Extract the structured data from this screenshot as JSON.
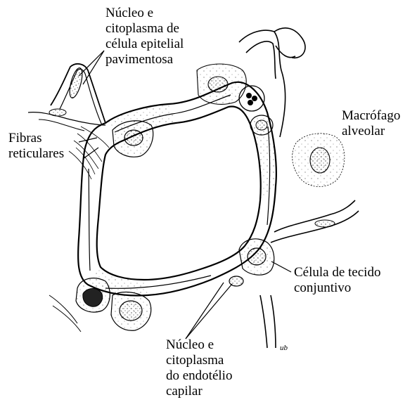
{
  "labels": {
    "epithelial": [
      "Núcleo e",
      "citoplasma de",
      "célula epitelial",
      "pavimentosa"
    ],
    "fibers": [
      "Fibras",
      "reticulares"
    ],
    "macrophage": [
      "Macrófago",
      "alveolar"
    ],
    "connective": [
      "Célula de tecido",
      "conjuntivo"
    ],
    "endothelium": [
      "Núcleo e",
      "citoplasma",
      "do endotélio",
      "capilar"
    ]
  },
  "signature": "ub"
}
